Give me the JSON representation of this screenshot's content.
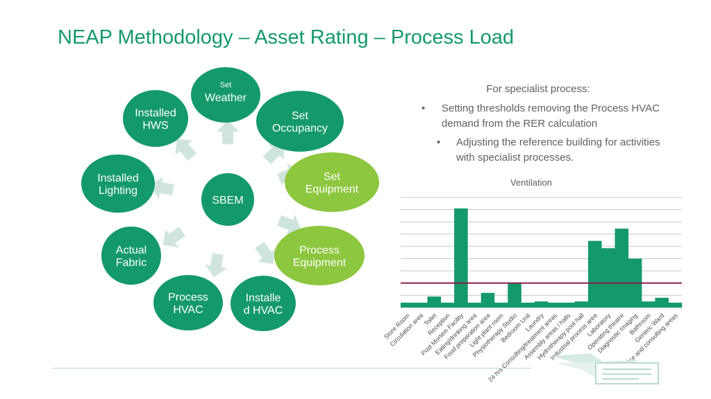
{
  "slide": {
    "title": "NEAP Methodology – Asset Rating – Process Load"
  },
  "colors": {
    "dark_green": "#14996b",
    "light_green": "#8dc63f",
    "arrow": "#cfe4dc",
    "grid": "#c8c8c8",
    "threshold": "#8b1a4a"
  },
  "diagram": {
    "center": {
      "label": "SBEM"
    },
    "nodes": [
      {
        "id": "set-weather",
        "small": "Set",
        "lines": [
          "Weather"
        ],
        "color": "dark"
      },
      {
        "id": "set-occupancy",
        "lines": [
          "Set",
          "Occupancy"
        ],
        "color": "dark"
      },
      {
        "id": "set-equipment",
        "lines": [
          "Set",
          "Equipment"
        ],
        "color": "light"
      },
      {
        "id": "process-equipment",
        "lines": [
          "Process",
          "Equipment"
        ],
        "color": "light"
      },
      {
        "id": "installed-hvac",
        "lines": [
          "Installe",
          "d HVAC"
        ],
        "color": "dark"
      },
      {
        "id": "process-hvac",
        "lines": [
          "Process",
          "HVAC"
        ],
        "color": "dark"
      },
      {
        "id": "actual-fabric",
        "lines": [
          "Actual",
          "Fabric"
        ],
        "color": "dark"
      },
      {
        "id": "installed-lighting",
        "lines": [
          "Installed",
          "Lighting"
        ],
        "color": "dark"
      },
      {
        "id": "installed-hws",
        "lines": [
          "Installed",
          "HWS"
        ],
        "color": "dark"
      }
    ]
  },
  "text_panel": {
    "intro": "For specialist process:",
    "bullets": [
      "Setting thresholds removing the Process HVAC demand from the RER calculation",
      "Adjusting the reference building for activities with specialist processes."
    ]
  },
  "chart_data": {
    "type": "bar",
    "title": "Ventilation",
    "categories": [
      "Store Room",
      "Circulation area",
      "Toilet",
      "Reception",
      "Post Mortem Facility",
      "Eating/drinking area",
      "Food preparation area",
      "Light plant room",
      "Physiotherapy Studio",
      "Bedroom Unit",
      "Laundry",
      "24 hrs Consulting/treatment areas",
      "Assembly areas / halls",
      "Hydrotherapy pool hall",
      "Industrial process area",
      "Laboratory",
      "Operating theatre",
      "Diagnostic Imaging",
      "Bathroom",
      "Generic Ward",
      "Office and consulting areas"
    ],
    "values": [
      0.4,
      0.4,
      0.9,
      0.4,
      8.1,
      0.4,
      1.2,
      0.4,
      1.95,
      0.4,
      0.5,
      0.4,
      0.4,
      0.5,
      5.45,
      4.85,
      6.45,
      4.0,
      0.5,
      0.8,
      0.4
    ],
    "threshold": 2.0,
    "ylim": [
      0,
      9.0
    ],
    "grid": true
  }
}
